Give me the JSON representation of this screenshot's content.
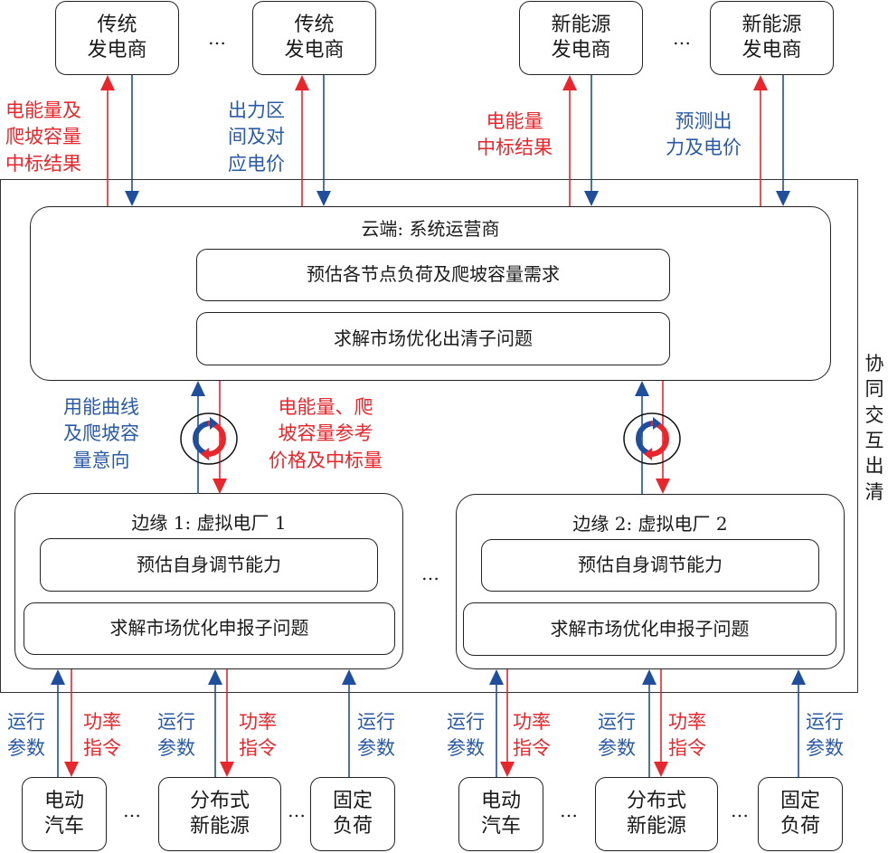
{
  "generators": [
    {
      "line1": "传统",
      "line2": "发电商"
    },
    {
      "line1": "传统",
      "line2": "发电商"
    },
    {
      "line1": "新能源",
      "line2": "发电商"
    },
    {
      "line1": "新能源",
      "line2": "发电商"
    }
  ],
  "ellipsis": "…",
  "top_labels": {
    "traditional_up": [
      "电能量及",
      "爬坡容量",
      "中标结果"
    ],
    "traditional_down": [
      "出力区",
      "间及对",
      "应电价"
    ],
    "renewable_up": [
      "电能量",
      "中标结果"
    ],
    "renewable_down": [
      "预测出",
      "力及电价"
    ]
  },
  "cloud": {
    "title": "云端: 系统运营商",
    "task1": "预估各节点负荷及爬坡容量需求",
    "task2": "求解市场优化出清子问题"
  },
  "mid_labels": {
    "up": [
      "用能曲线",
      "及爬坡容",
      "量意向"
    ],
    "down": [
      "电能量、爬",
      "坡容量参考",
      "价格及中标量"
    ]
  },
  "side_label": [
    "协",
    "同",
    "交",
    "互",
    "出",
    "清"
  ],
  "edges": [
    {
      "title": "边缘 1: 虚拟电厂 1",
      "task1": "预估自身调节能力",
      "task2": "求解市场优化申报子问题"
    },
    {
      "title": "边缘 2: 虚拟电厂 2",
      "task1": "预估自身调节能力",
      "task2": "求解市场优化申报子问题"
    }
  ],
  "bottom_labels": {
    "params": [
      "运行",
      "参数"
    ],
    "command": [
      "功率",
      "指令"
    ]
  },
  "devices": [
    {
      "line1": "电动",
      "line2": "汽车"
    },
    {
      "line1": "分布式",
      "line2": "新能源"
    },
    {
      "line1": "固定",
      "line2": "负荷"
    },
    {
      "line1": "电动",
      "line2": "汽车"
    },
    {
      "line1": "分布式",
      "line2": "新能源"
    },
    {
      "line1": "固定",
      "line2": "负荷"
    }
  ],
  "colors": {
    "red": "#e8262b",
    "blue": "#1f4e9c",
    "line": "#222222"
  }
}
